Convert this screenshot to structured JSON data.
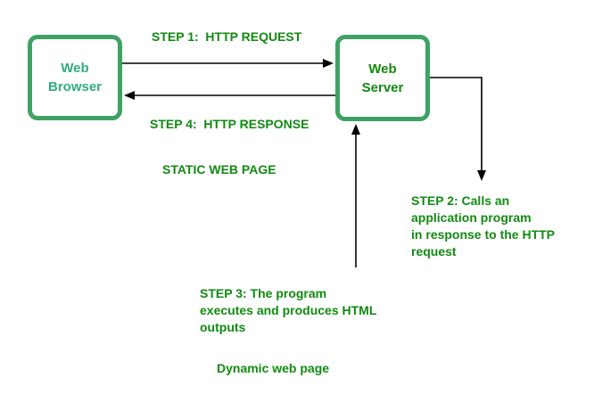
{
  "diagram": {
    "nodes": {
      "browser": {
        "label": "Web Browser"
      },
      "server": {
        "label": "Web Server"
      }
    },
    "labels": {
      "step1": "STEP 1:  HTTP REQUEST",
      "step4": "STEP 4:  HTTP RESPONSE",
      "static_page": "STATIC WEB PAGE",
      "step2": "STEP 2: Calls an\napplication program\nin response to the HTTP\nrequest",
      "step3": "STEP 3: The program\nexecutes and produces HTML\noutputs",
      "dynamic_page": "Dynamic web page"
    },
    "colors": {
      "background": "#ffffff",
      "box_border": "#3fa264",
      "browser_text": "#2fae7d",
      "dark_green_text": "#118a11",
      "arrow": "#000000"
    }
  }
}
